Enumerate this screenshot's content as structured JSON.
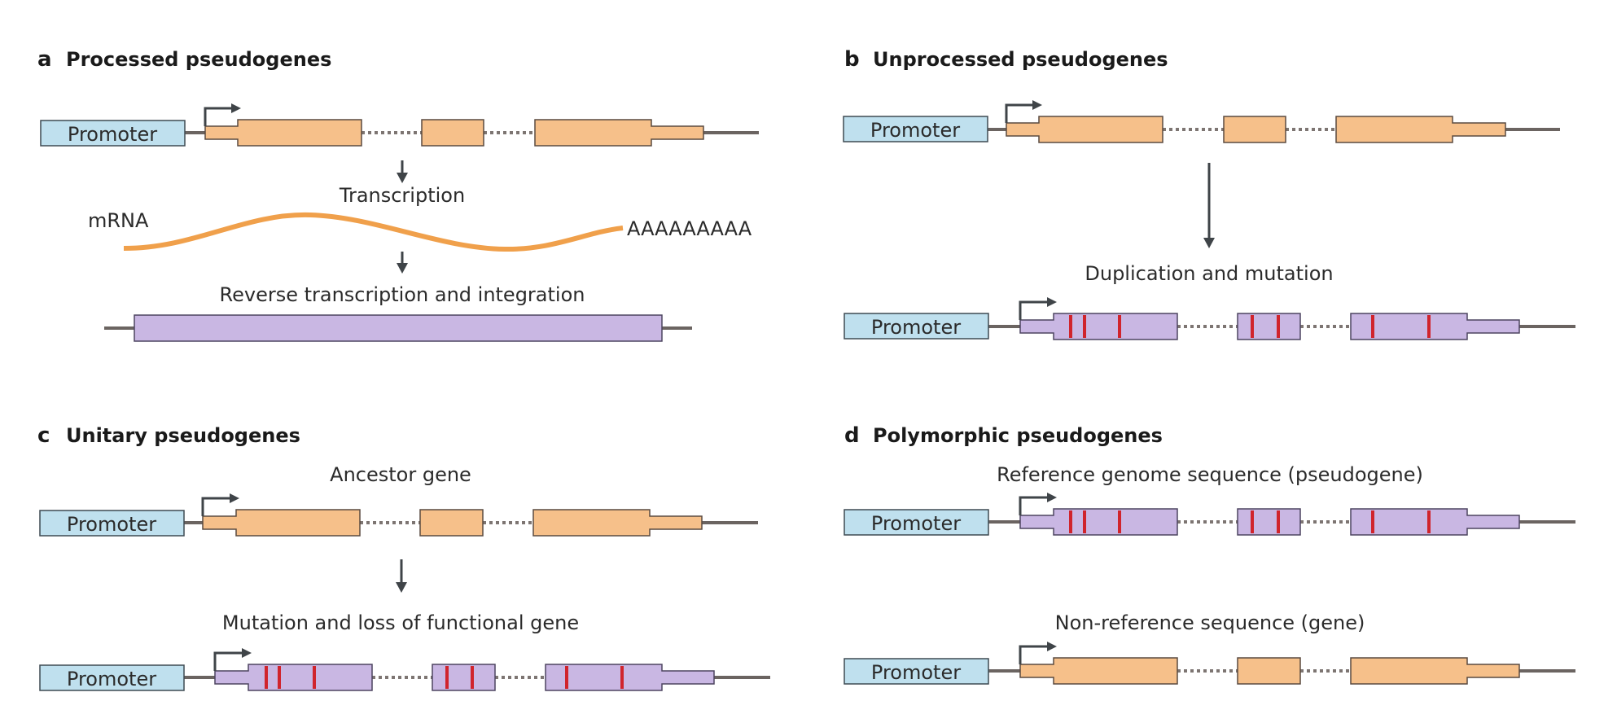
{
  "colors": {
    "promoter_fill": "#bfe0ee",
    "functional_exon": "#f6c08a",
    "pseudogene_exon": "#c9b7e3",
    "mutation": "#d0242c",
    "mrna": "#f0a04b",
    "dna_line": "#6b6461"
  },
  "promoter_label": "Promoter",
  "panels": {
    "a": {
      "letter": "a",
      "title": "Processed pseudogenes",
      "step1": "Transcription",
      "mrna_label": "mRNA",
      "polya": "AAAAAAAAA",
      "step2": "Reverse transcription and integration"
    },
    "b": {
      "letter": "b",
      "title": "Unprocessed pseudogenes",
      "step": "Duplication and mutation"
    },
    "c": {
      "letter": "c",
      "title": "Unitary pseudogenes",
      "top_label": "Ancestor gene",
      "step": "Mutation and loss of functional gene"
    },
    "d": {
      "letter": "d",
      "title": "Polymorphic pseudogenes",
      "top_label": "Reference genome sequence (pseudogene)",
      "bottom_label": "Non-reference sequence (gene)"
    }
  }
}
